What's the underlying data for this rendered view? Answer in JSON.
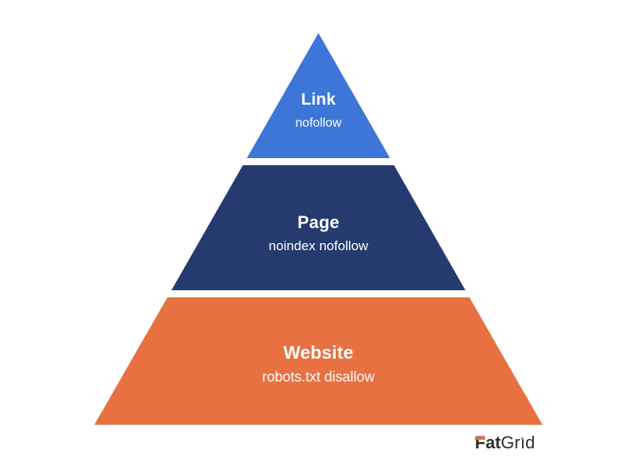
{
  "diagram": {
    "type": "pyramid",
    "background_color": "#ffffff",
    "label_color": "#ffffff",
    "tiers": [
      {
        "name": "link",
        "label": "Link",
        "sublabel": "nofollow",
        "color": "#3b76d8"
      },
      {
        "name": "page",
        "label": "Page",
        "sublabel": "noindex nofollow",
        "color": "#253b70"
      },
      {
        "name": "website",
        "label": "Website",
        "sublabel": "robots.txt disallow",
        "color": "#e87142"
      }
    ]
  },
  "logo": {
    "full_name": "FatGrid",
    "text_bold": "Fat",
    "grid_part1": "Gr",
    "grid_i": "ı",
    "grid_part2": "d",
    "text_color": "#2e2d2e",
    "accent_color": "#e8703f"
  }
}
